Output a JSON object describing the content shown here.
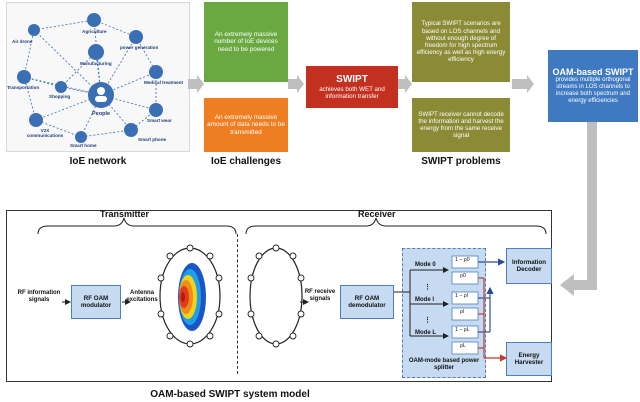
{
  "top": {
    "ioe_network": {
      "caption": "IoE network",
      "nodes": [
        "Air drone",
        "Agriculture",
        "power generation",
        "Manufacturing",
        "Medical treatment",
        "Transportation",
        "Shopping",
        "People",
        "Smart wear",
        "V2X communications",
        "Smart phone",
        "Smart home"
      ]
    },
    "ioe_challenges": {
      "caption": "IoE challenges",
      "box1": "An extremely massive number of IoE devices need to be powered",
      "box2": "An extremely massive amount of data needs to be transmitted"
    },
    "swipt": {
      "title": "SWIPT",
      "text": "achieves both WET and information transfer"
    },
    "swipt_problems": {
      "caption": "SWIPT problems",
      "box1": "Typical SWIPT scenarios are based on LOS channels and without enough degree of freedom for high spectrum efficiency as well as high energy efficiency",
      "box2": "SWIPT receiver cannot decode the information and harvest the energy from the same receive signal"
    },
    "oam_swipt": {
      "title": "OAM-based SWIPT",
      "text": "provides multiple orthogonal streams in LOS channels to increase both spectrum and energy efficiencies"
    }
  },
  "bottom": {
    "caption": "OAM-based SWIPT system model",
    "transmitter": "Transmitter",
    "receiver": "Receiver",
    "rf_info_signals": "RF information signals",
    "rf_oam_modulator": "RF OAM modulator",
    "antenna_excitations": "Antenna excitations",
    "rf_receive_signals": "RF receive signals",
    "rf_oam_demodulator": "RF OAM demodulator",
    "modes": [
      "Mode 0",
      "Mode l",
      "Mode L"
    ],
    "rho": [
      "1 − ρ0",
      "ρ0",
      "1 − ρl",
      "ρl",
      "1 − ρL",
      "ρL"
    ],
    "splitter_label": "OAM-mode based power splitter",
    "information_decoder": "Information Decoder",
    "energy_harvester": "Energy Harvester"
  }
}
